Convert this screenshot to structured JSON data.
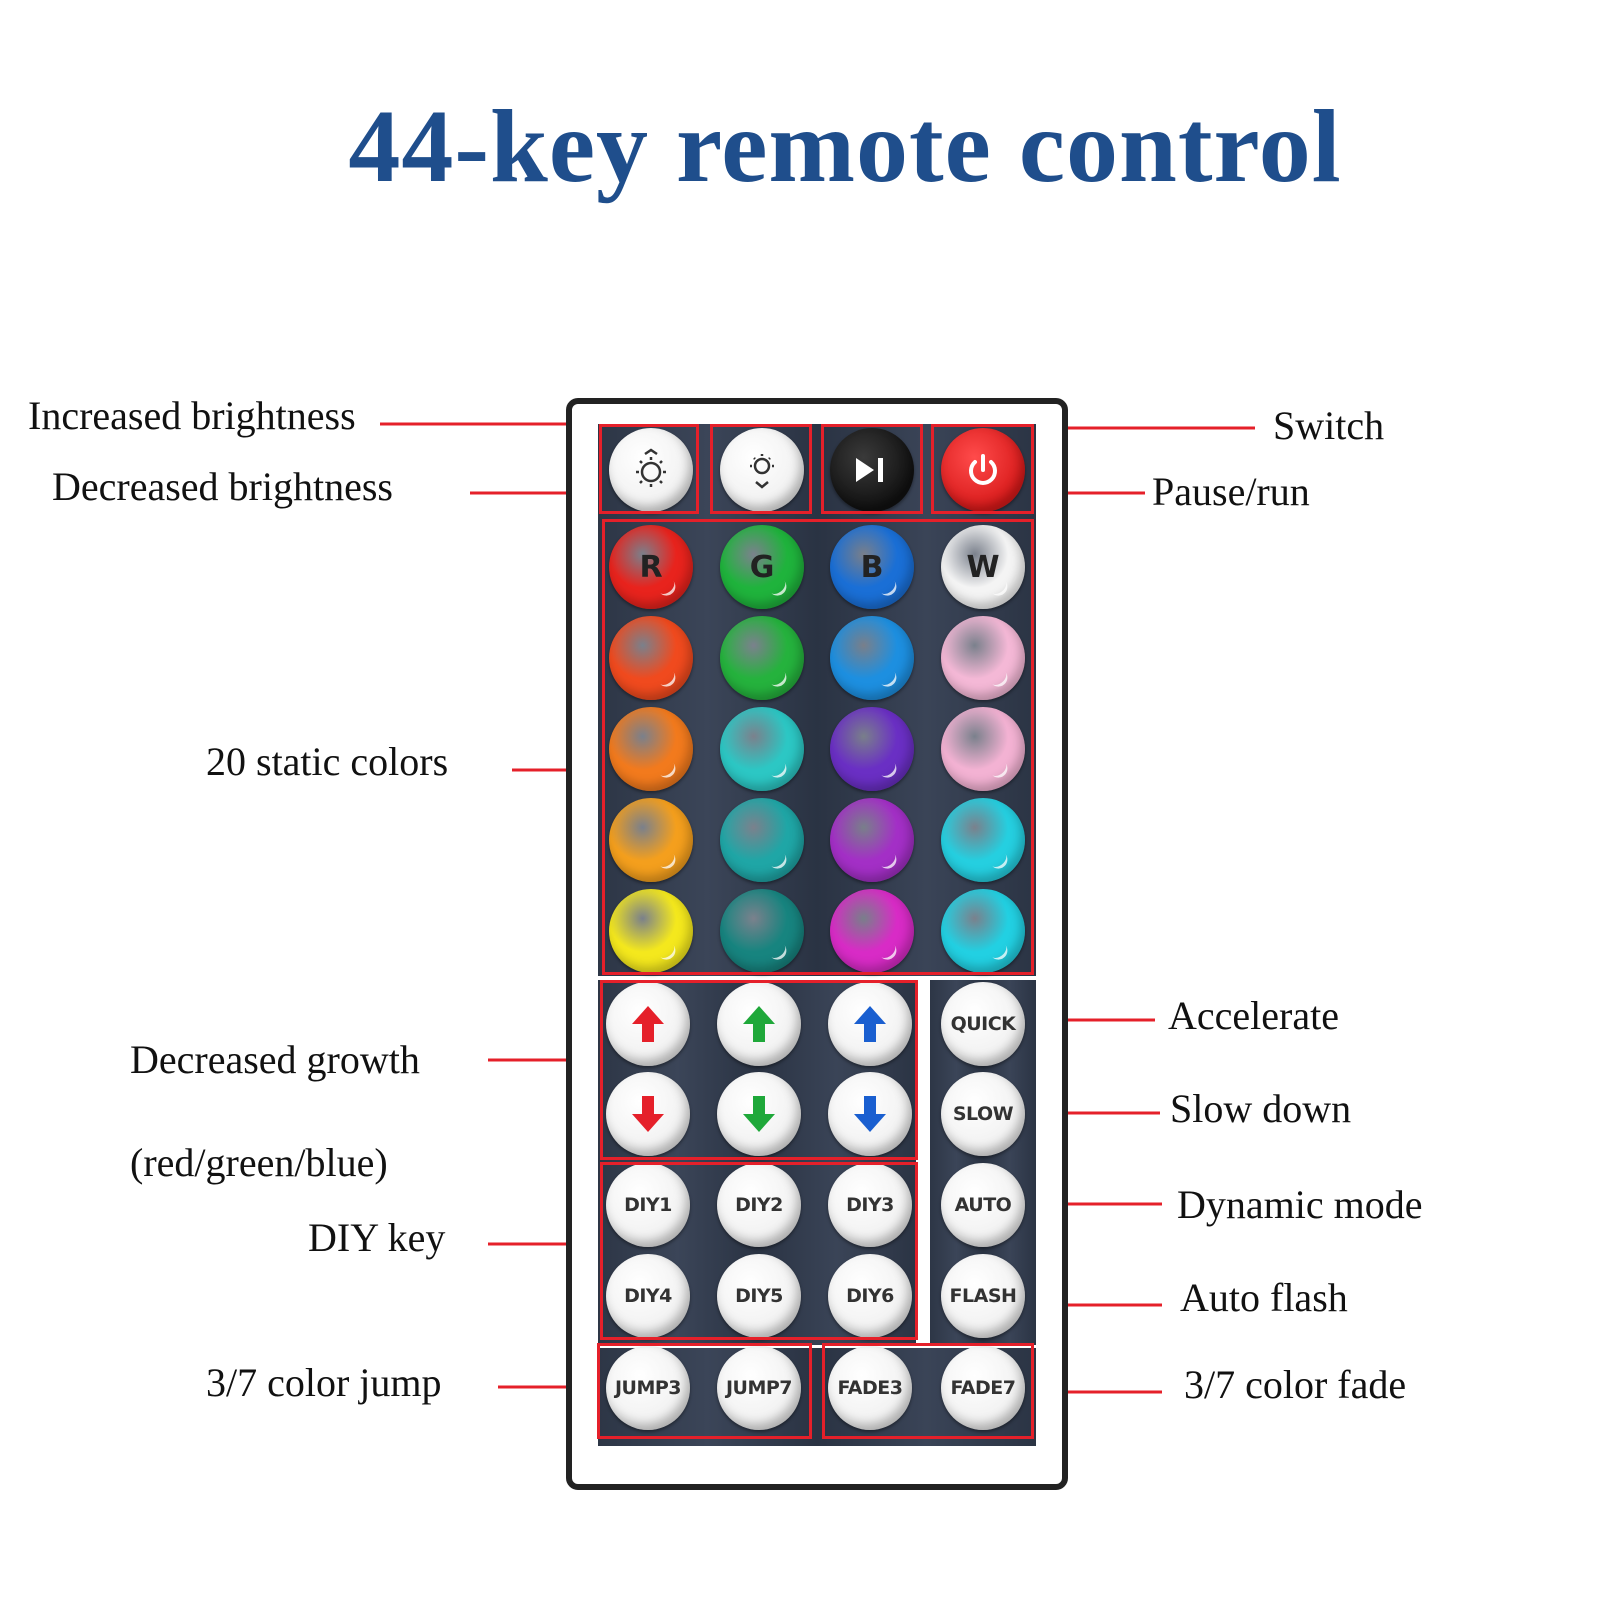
{
  "title": "44-key remote control",
  "labels": {
    "increased_brightness": "Increased brightness",
    "decreased_brightness": "Decreased brightness",
    "switch": "Switch",
    "pause_run": "Pause/run",
    "static_colors": "20 static colors",
    "decreased_growth": "Decreased growth",
    "decreased_growth_sub": "(red/green/blue)",
    "diy_key": "DIY  key",
    "color_jump": "3/7 color jump",
    "accelerate": "Accelerate",
    "slow_down": "Slow down",
    "dynamic_mode": "Dynamic mode",
    "auto_flash": "Auto flash",
    "color_fade": "3/7 color fade"
  },
  "keys": {
    "rgbw": [
      "R",
      "G",
      "B",
      "W"
    ],
    "diy": [
      "DIY1",
      "DIY2",
      "DIY3",
      "DIY4",
      "DIY5",
      "DIY6"
    ],
    "quick": "QUICK",
    "slow": "SLOW",
    "auto": "AUTO",
    "flash": "FLASH",
    "jump3": "JUMP3",
    "jump7": "JUMP7",
    "fade3": "FADE3",
    "fade7": "FADE7"
  },
  "colors": {
    "title": "#1f4e8c",
    "callout": "#e5202a",
    "static": [
      [
        "#e8231d",
        "#1fb33c",
        "#1a6fd6",
        "#f4f4f4"
      ],
      [
        "#f04a1e",
        "#25b23d",
        "#1d8fe0",
        "#f4b8d6"
      ],
      [
        "#f27a1d",
        "#2cc7c4",
        "#6a2fc4",
        "#f3b2d3"
      ],
      [
        "#f49f1d",
        "#1fa6a6",
        "#a32fc6",
        "#25cfe0"
      ],
      [
        "#f4e81d",
        "#17847f",
        "#d82bc6",
        "#22d0e2"
      ]
    ]
  }
}
